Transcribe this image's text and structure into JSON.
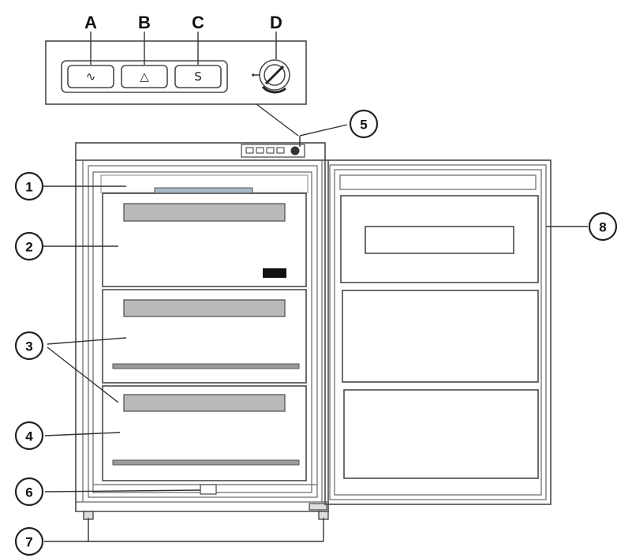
{
  "control_panel": {
    "letters": [
      "A",
      "B",
      "C",
      "D"
    ],
    "buttons": [
      {
        "symbol": "∿"
      },
      {
        "symbol": "△"
      },
      {
        "symbol": "S"
      }
    ],
    "knob": {
      "icon": "thermostat-knob-icon"
    }
  },
  "callouts": [
    "1",
    "2",
    "3",
    "4",
    "5",
    "6",
    "7",
    "8"
  ]
}
